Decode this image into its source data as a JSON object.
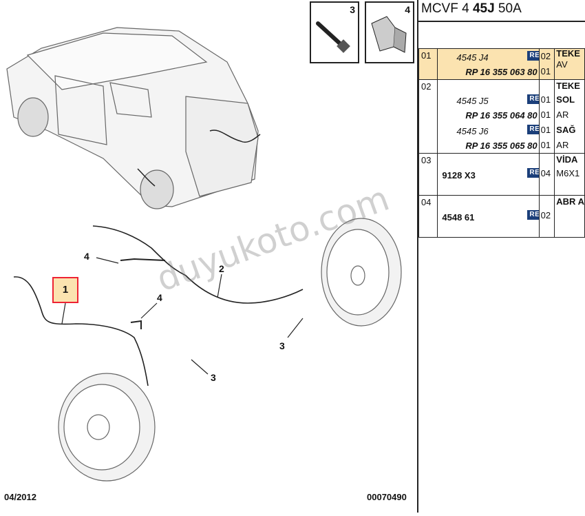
{
  "header": {
    "prefix": "MCVF 4 ",
    "bold": "45J",
    "suffix": " 50A"
  },
  "thumbnails": [
    {
      "num": "3",
      "icon": "bolt-icon"
    },
    {
      "num": "4",
      "icon": "bracket-icon"
    }
  ],
  "parts": [
    {
      "idx": "01",
      "lines": [
        {
          "code": "4545 J4",
          "reach": "REACH",
          "qty": "02",
          "desc": "AV"
        },
        {
          "rp": "RP 16 355 063 80",
          "qty": "01",
          "desc": ""
        }
      ],
      "desc_head": "TEKE"
    },
    {
      "idx": "02",
      "lines": [
        {
          "code": "4545 J5",
          "reach": "REACH",
          "qty": "01",
          "desc": "SOL"
        },
        {
          "rp": "RP 16 355 064 80",
          "qty": "01",
          "desc": "AR"
        },
        {
          "code": "4545 J6",
          "reach": "REACH",
          "qty": "01",
          "desc": "SAĞ"
        },
        {
          "rp": "RP 16 355 065 80",
          "qty": "01",
          "desc": "AR"
        }
      ],
      "desc_head": "TEKE"
    },
    {
      "idx": "03",
      "lines": [
        {
          "bold": "9128 X3",
          "reach": "REACH",
          "qty": "04",
          "desc": "M6X1"
        }
      ],
      "desc_head": "VİDA"
    },
    {
      "idx": "04",
      "lines": [
        {
          "bold": "4548 61",
          "reach": "REACH",
          "qty": "02",
          "desc": ""
        }
      ],
      "desc_head": "ABR A"
    }
  ],
  "diagram": {
    "callouts": [
      "1",
      "2",
      "3",
      "3",
      "4",
      "4"
    ],
    "watermark": "duyukoto.com"
  },
  "footer": {
    "date": "04/2012",
    "ref": "00070490"
  }
}
